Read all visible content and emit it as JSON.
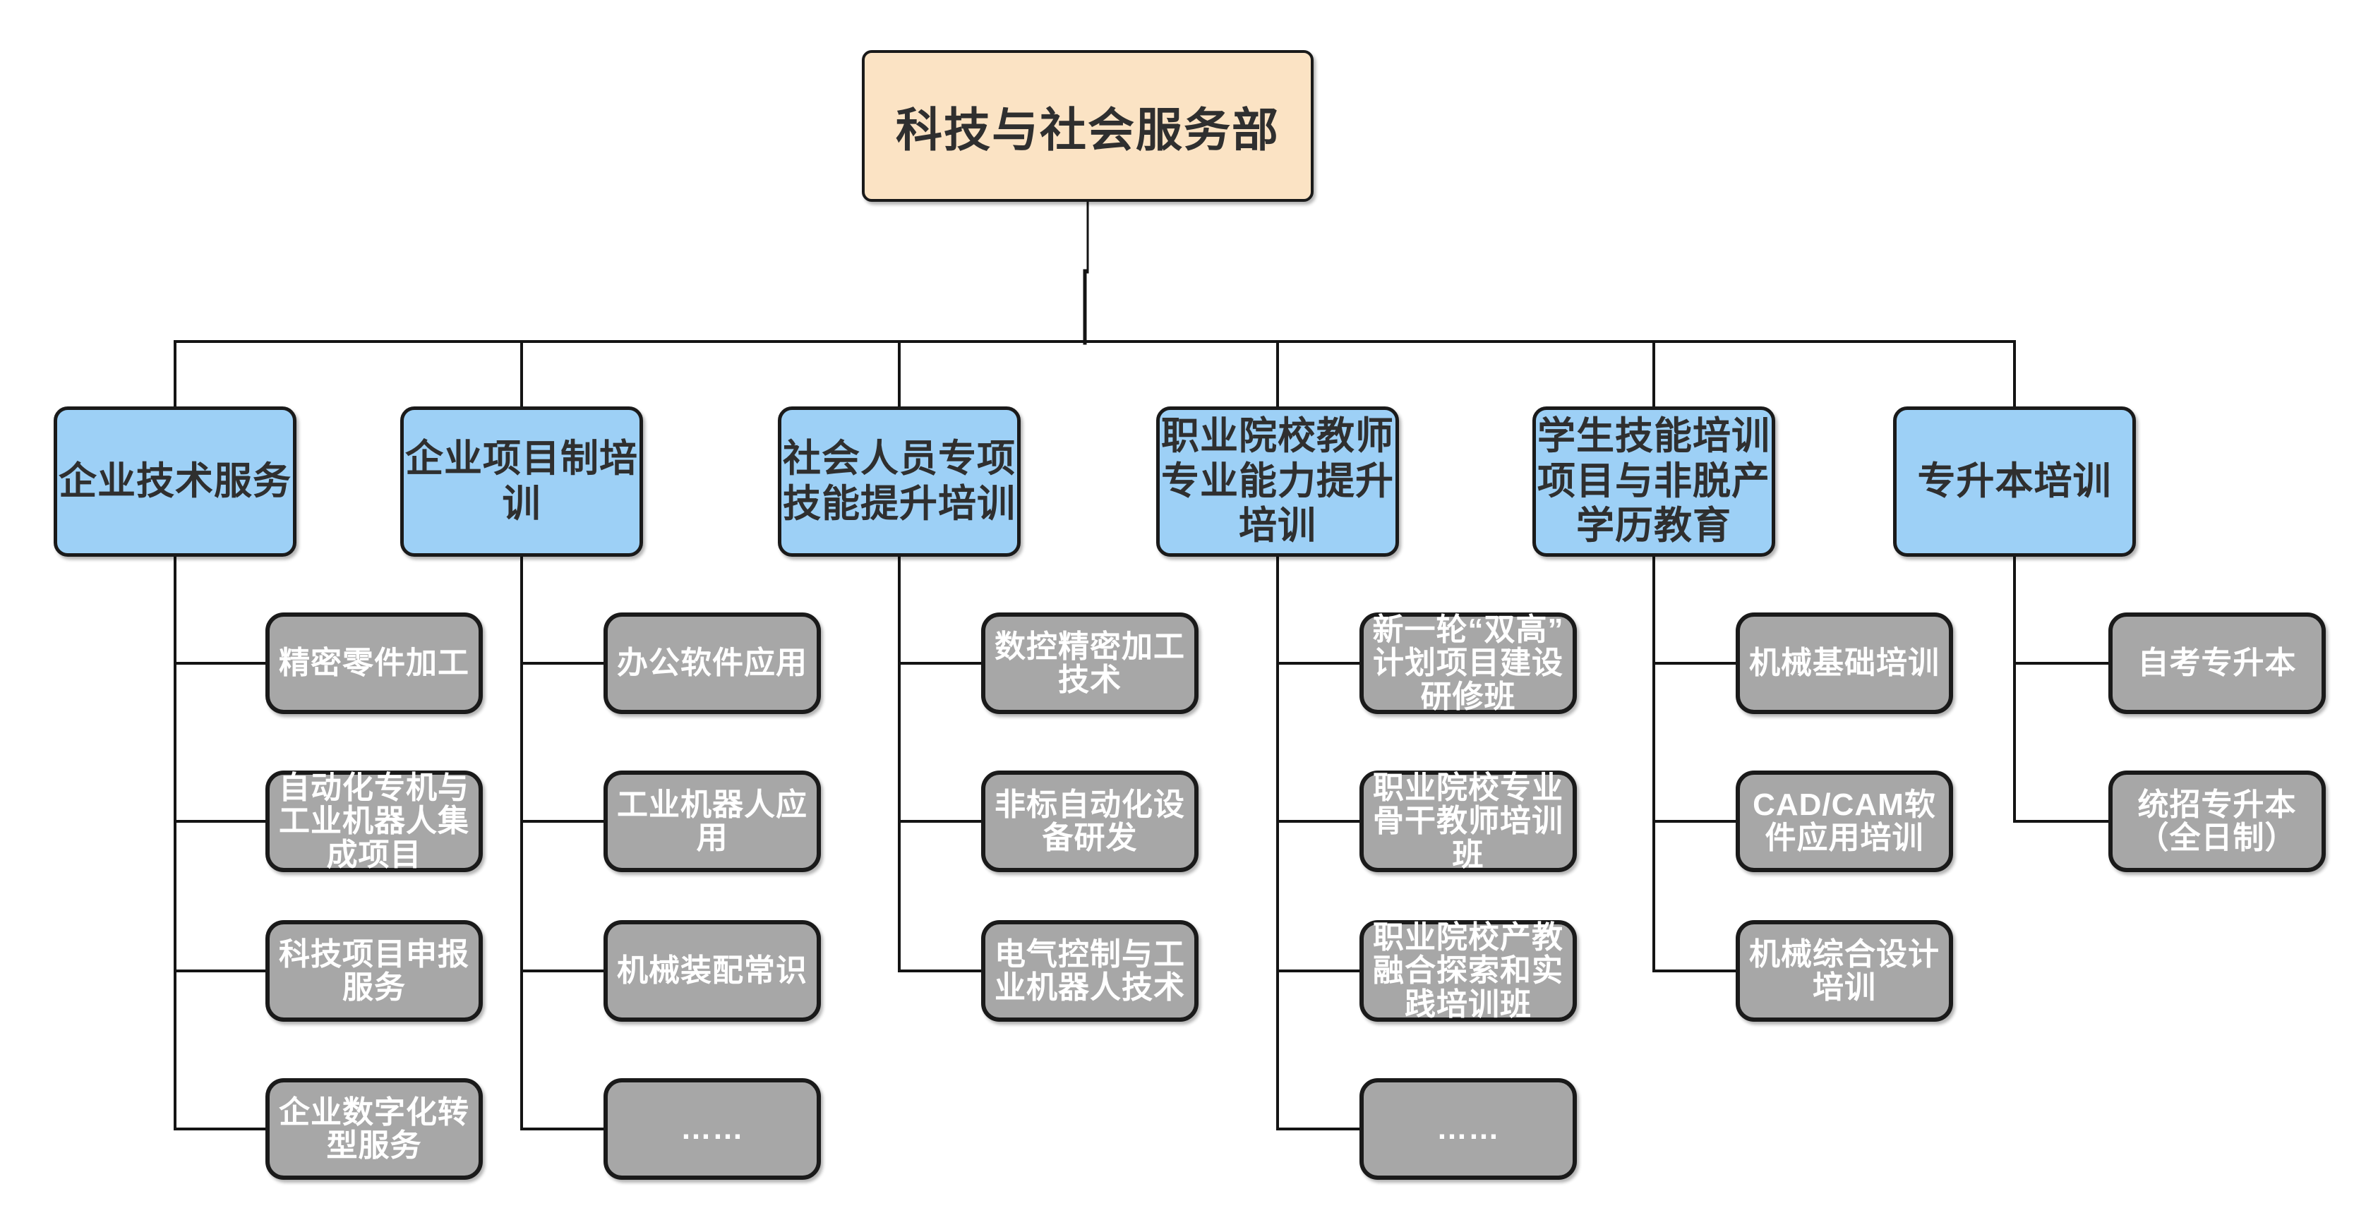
{
  "page": {
    "background": "#FFFFFF"
  },
  "colors": {
    "root_fill": "#FBE3C4",
    "branch_fill": "#9DD0F6",
    "child_fill": "#A7A7A7",
    "border": "#1A1A1A",
    "line": "#141414",
    "heading_text": "#2F2F2F",
    "child_text": "#FFFFFF"
  },
  "root": {
    "label": "科技与社会服务部"
  },
  "branches": [
    {
      "label": "企业技术服务",
      "children": [
        "精密零件加工",
        "自动化专机与\n工业机器人集\n成项目",
        "科技项目申报\n服务",
        "企业数字化转\n型服务"
      ]
    },
    {
      "label": "企业项目制培\n训",
      "children": [
        "办公软件应用",
        "工业机器人应\n用",
        "机械装配常识",
        "……"
      ]
    },
    {
      "label": "社会人员专项\n技能提升培训",
      "children": [
        "数控精密加工\n技术",
        "非标自动化设\n备研发",
        "电气控制与工\n业机器人技术"
      ]
    },
    {
      "label": "职业院校教师\n专业能力提升\n培训",
      "children": [
        "新一轮“双高”\n计划项目建设\n研修班",
        "职业院校专业\n骨干教师培训\n班",
        "职业院校产教\n融合探索和实\n践培训班",
        "……"
      ]
    },
    {
      "label": "学生技能培训\n项目与非脱产\n学历教育",
      "children": [
        "机械基础培训",
        "CAD/CAM软\n件应用培训",
        "机械综合设计\n培训"
      ]
    },
    {
      "label": "专升本培训",
      "children": [
        "自考专升本",
        "统招专升本\n（全日制）"
      ]
    }
  ]
}
